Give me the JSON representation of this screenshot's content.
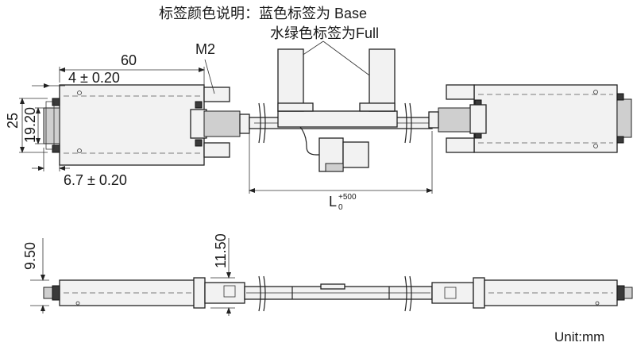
{
  "labels": {
    "legend_line1": "标签颜色说明：蓝色标签为 Base",
    "legend_line2": "水绿色标签为Full",
    "thread": "M2",
    "unit": "Unit:mm"
  },
  "dimensions": {
    "length_60": "60",
    "offset_4": "4 ± 0.20",
    "height_25": "25",
    "height_1920": "19.20",
    "width_67": "6.7 ± 0.20",
    "cable_length_base": "L",
    "cable_length_sub": "0",
    "cable_length_tol": "+500",
    "side_950": "9.50",
    "side_1150": "11.50"
  }
}
